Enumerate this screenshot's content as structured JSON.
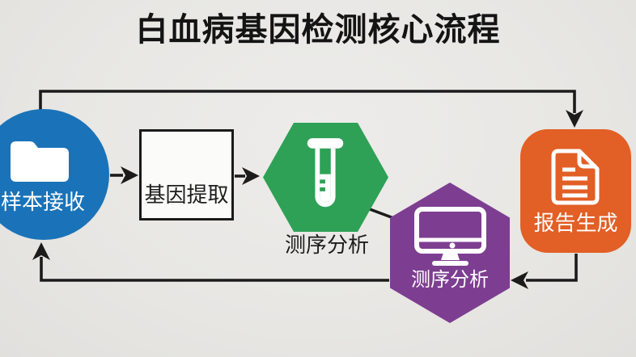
{
  "title": {
    "text": "白血病基因检测核心流程"
  },
  "colors": {
    "background": "#e8e7e4",
    "line": "#1b1b1b",
    "sample_blue": "#1a73b8",
    "sequencing_green": "#2ea156",
    "analysis_purple": "#7d3e91",
    "report_orange": "#e25f26",
    "extraction_box_fill": "#fbfbfa",
    "extraction_box_border": "#1a1a1a",
    "title_text": "#141414"
  },
  "nodes": {
    "sample": {
      "label": "样本接收",
      "shape": "circle",
      "icon": "folder-icon",
      "label_placement": "inside"
    },
    "extraction": {
      "label": "基因提取",
      "shape": "rectangle",
      "icon": null,
      "label_placement": "inside"
    },
    "sequencing": {
      "label": "测序分析",
      "shape": "hexagon-flat-top",
      "icon": "test-tube-icon",
      "label_placement": "below"
    },
    "analysis": {
      "label": "测序分析",
      "shape": "hexagon-pointy-top",
      "icon": "monitor-icon",
      "label_placement": "inside"
    },
    "report": {
      "label": "报告生成",
      "shape": "rounded-square",
      "icon": "document-icon",
      "label_placement": "inside"
    }
  },
  "edges": [
    {
      "from": "sample",
      "to": "extraction",
      "arrow": true,
      "route": "direct-right"
    },
    {
      "from": "extraction",
      "to": "sequencing",
      "arrow": true,
      "route": "direct-right"
    },
    {
      "from": "sequencing",
      "to": "analysis",
      "arrow": false,
      "route": "diagonal"
    },
    {
      "from": "sample",
      "to": "report",
      "arrow": true,
      "route": "top-loop"
    },
    {
      "from": "report",
      "to": "analysis",
      "arrow": true,
      "route": "bottom-right"
    },
    {
      "from": "analysis",
      "to": "sample",
      "arrow": true,
      "route": "bottom-left"
    }
  ]
}
